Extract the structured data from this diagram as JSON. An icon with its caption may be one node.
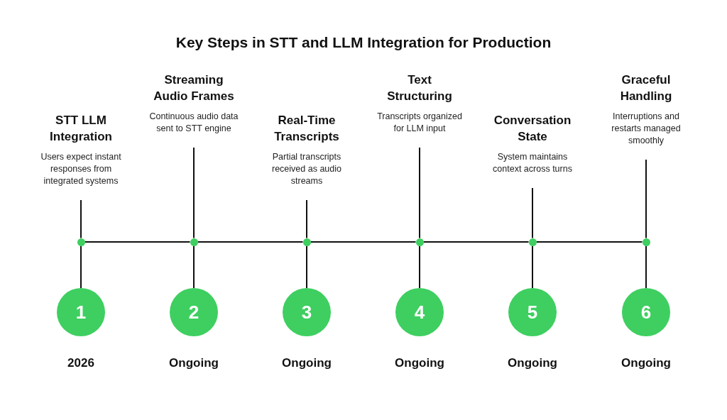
{
  "diagram": {
    "title": "Key Steps in STT and LLM Integration for Production",
    "nodes": [
      {
        "text": [
          "STT LLM Integration",
          "Users expect instant responses from integrated systems"
        ]
      },
      {
        "text": [],
        "shape": "circle"
      },
      {
        "text": [
          "1"
        ],
        "beside": [
          "2026"
        ]
      },
      {
        "text": [
          "Streaming Audio Frames",
          "Continuous audio data sent to STT engine"
        ]
      },
      {
        "text": [],
        "shape": "circle"
      },
      {
        "text": [
          "2"
        ],
        "beside": [
          "Ongoing"
        ]
      },
      {
        "text": [
          "Real-Time Transcripts",
          "Partial transcripts received as audio streams"
        ]
      },
      {
        "text": [],
        "shape": "circle"
      },
      {
        "text": [
          "3"
        ],
        "beside": [
          "Ongoing"
        ]
      },
      {
        "text": [
          "Text Structuring",
          "Transcripts organized for LLM input"
        ]
      },
      {
        "text": [],
        "shape": "circle"
      },
      {
        "text": [
          "4"
        ],
        "beside": [
          "Ongoing"
        ]
      },
      {
        "text": [
          "Conversation State",
          "System maintains context across turns"
        ]
      },
      {
        "text": [],
        "shape": "circle"
      },
      {
        "text": [
          "5"
        ],
        "beside": [
          "Ongoing"
        ]
      },
      {
        "text": [
          "Graceful Handling",
          "Interruptions and restarts managed smoothly"
        ]
      },
      {
        "text": [],
        "shape": "circle"
      },
      {
        "text": [
          "6"
        ],
        "beside": [
          "Ongoing"
        ]
      }
    ],
    "edges": [
      {
        "from": 0,
        "to": 1,
        "arrow": "none"
      },
      {
        "from": 1,
        "to": 2,
        "arrow": "none"
      },
      {
        "from": 3,
        "to": 4,
        "arrow": "none"
      },
      {
        "from": 4,
        "to": 5,
        "arrow": "none"
      },
      {
        "from": 6,
        "to": 7,
        "arrow": "none"
      },
      {
        "from": 7,
        "to": 8,
        "arrow": "none"
      },
      {
        "from": 9,
        "to": 10,
        "arrow": "none"
      },
      {
        "from": 10,
        "to": 11,
        "arrow": "none"
      },
      {
        "from": 12,
        "to": 13,
        "arrow": "none"
      },
      {
        "from": 13,
        "to": 14,
        "arrow": "none"
      },
      {
        "from": 15,
        "to": 16,
        "arrow": "none"
      },
      {
        "from": 16,
        "to": 17,
        "arrow": "none"
      },
      {
        "from": 1,
        "to": 4,
        "arrow": "none"
      },
      {
        "from": 4,
        "to": 7,
        "arrow": "none"
      },
      {
        "from": 7,
        "to": 10,
        "arrow": "none"
      },
      {
        "from": 10,
        "to": 13,
        "arrow": "none"
      },
      {
        "from": 13,
        "to": 16,
        "arrow": "none"
      }
    ]
  }
}
